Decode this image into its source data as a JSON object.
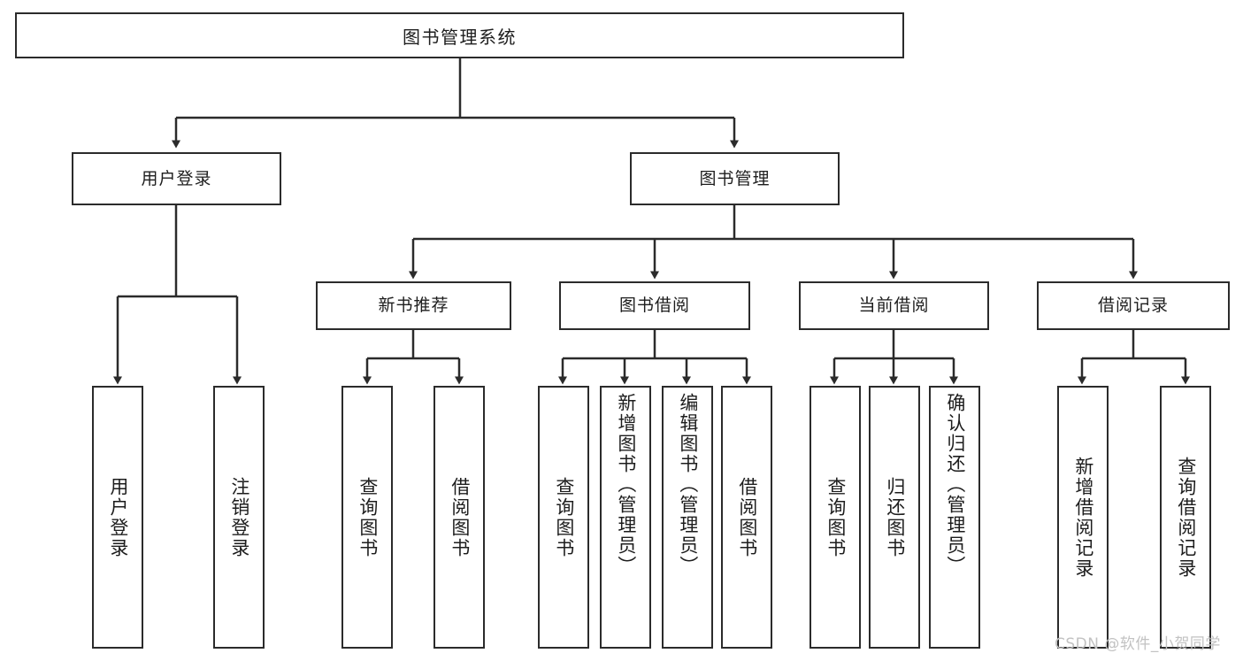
{
  "diagram": {
    "type": "tree-hierarchy",
    "title": "图书管理系统",
    "root": {
      "label": "图书管理系统"
    },
    "level2": [
      {
        "label": "用户登录"
      },
      {
        "label": "图书管理"
      }
    ],
    "level3": [
      {
        "label": "新书推荐"
      },
      {
        "label": "图书借阅"
      },
      {
        "label": "当前借阅"
      },
      {
        "label": "借阅记录"
      }
    ],
    "leaves": [
      {
        "label": "用户登录",
        "parent": "用户登录"
      },
      {
        "label": "注销登录",
        "parent": "用户登录"
      },
      {
        "label": "查询图书",
        "parent": "新书推荐"
      },
      {
        "label": "借阅图书",
        "parent": "新书推荐"
      },
      {
        "label": "查询图书",
        "parent": "图书借阅"
      },
      {
        "label": "新增图书（管理员）",
        "parent": "图书借阅"
      },
      {
        "label": "编辑图书（管理员）",
        "parent": "图书借阅"
      },
      {
        "label": "借阅图书",
        "parent": "图书借阅"
      },
      {
        "label": "查询图书",
        "parent": "当前借阅"
      },
      {
        "label": "归还图书",
        "parent": "当前借阅"
      },
      {
        "label": "确认归还（管理员）",
        "parent": "当前借阅"
      },
      {
        "label": "新增借阅记录",
        "parent": "借阅记录"
      },
      {
        "label": "查询借阅记录",
        "parent": "借阅记录"
      }
    ]
  },
  "watermark": {
    "text": "CSDN @软件_小贺同学"
  },
  "colors": {
    "stroke": "#2b2b2b",
    "fill": "#ffffff",
    "text": "#1d1d1d",
    "watermark": "#c2c2c2"
  }
}
